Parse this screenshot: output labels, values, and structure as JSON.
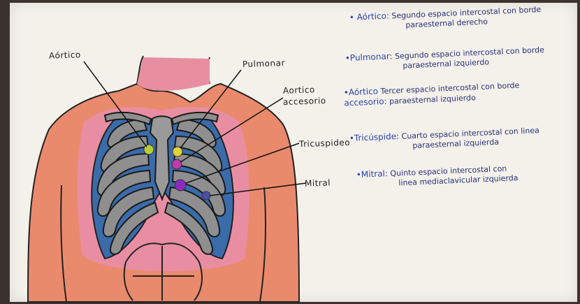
{
  "labels": {
    "aortico": "Aórtico",
    "pulmonar": "Pulmonar",
    "aortico_accesorio_1": "Aortico",
    "aortico_accesorio_2": "accesorio",
    "tricuspideo": "Tricuspideo",
    "mitral": "Mitral"
  },
  "notes": [
    {
      "term": "• Aórtico:",
      "line1": "Segundo espacio intercostal con borde",
      "line2": "paraesternal derecho"
    },
    {
      "term": "•Pulmonar:",
      "line1": "Segundo espacio intercostal con borde",
      "line2": "paraesternal izquierdo"
    },
    {
      "term": "•Aórtico",
      "term2": "accesorio:",
      "line1": "Tercer espacio intercostal con borde",
      "line2": "paraesternal izquierdo"
    },
    {
      "term": "•Tricúspide:",
      "line1": "Cuarto espacio intercostal con linea",
      "line2": "paraesternal izquierda"
    },
    {
      "term": "•Mitral:",
      "line1": "Quinto espacio intercostal con",
      "line2": "linea mediaclavicular izquierda"
    }
  ],
  "colors": {
    "skin": "#e8846a",
    "skin_light": "#f0a080",
    "rib": "#8e8e8e",
    "intercostal_blue": "#3f6fae",
    "pink": "#e98fa3",
    "ink": "#1f2d8a",
    "aortic_dot": "#b9cf3a",
    "pulmonar_dot": "#e2d23a",
    "accesorio_dot": "#c23aa6",
    "tricuspide_dot": "#8a2ac0"
  }
}
